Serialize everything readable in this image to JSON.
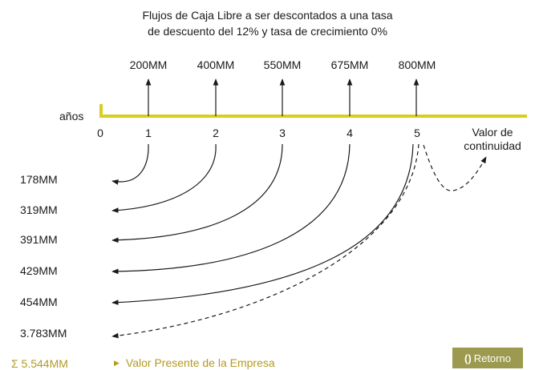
{
  "title_line1": "Flujos de Caja Libre a ser descontados a una tasa",
  "title_line2": "de descuento del 12% y tasa de crecimiento 0%",
  "axis_label": "años",
  "years": [
    "0",
    "1",
    "2",
    "3",
    "4",
    "5"
  ],
  "cash_flows": [
    "200MM",
    "400MM",
    "550MM",
    "675MM",
    "800MM"
  ],
  "continuity_label_line1": "Valor de",
  "continuity_label_line2": "continuidad",
  "present_values": [
    "178MM",
    "319MM",
    "391MM",
    "429MM",
    "454MM",
    "3.783MM"
  ],
  "sum_label": "Σ 5.544MM",
  "link_label": "Valor Presente de la Empresa",
  "return_button": "Retorno",
  "return_icon": "cycle-icon",
  "colors": {
    "axis": "#d6cf1e",
    "accent_text": "#b49a20",
    "button": "#9c9a4e"
  }
}
